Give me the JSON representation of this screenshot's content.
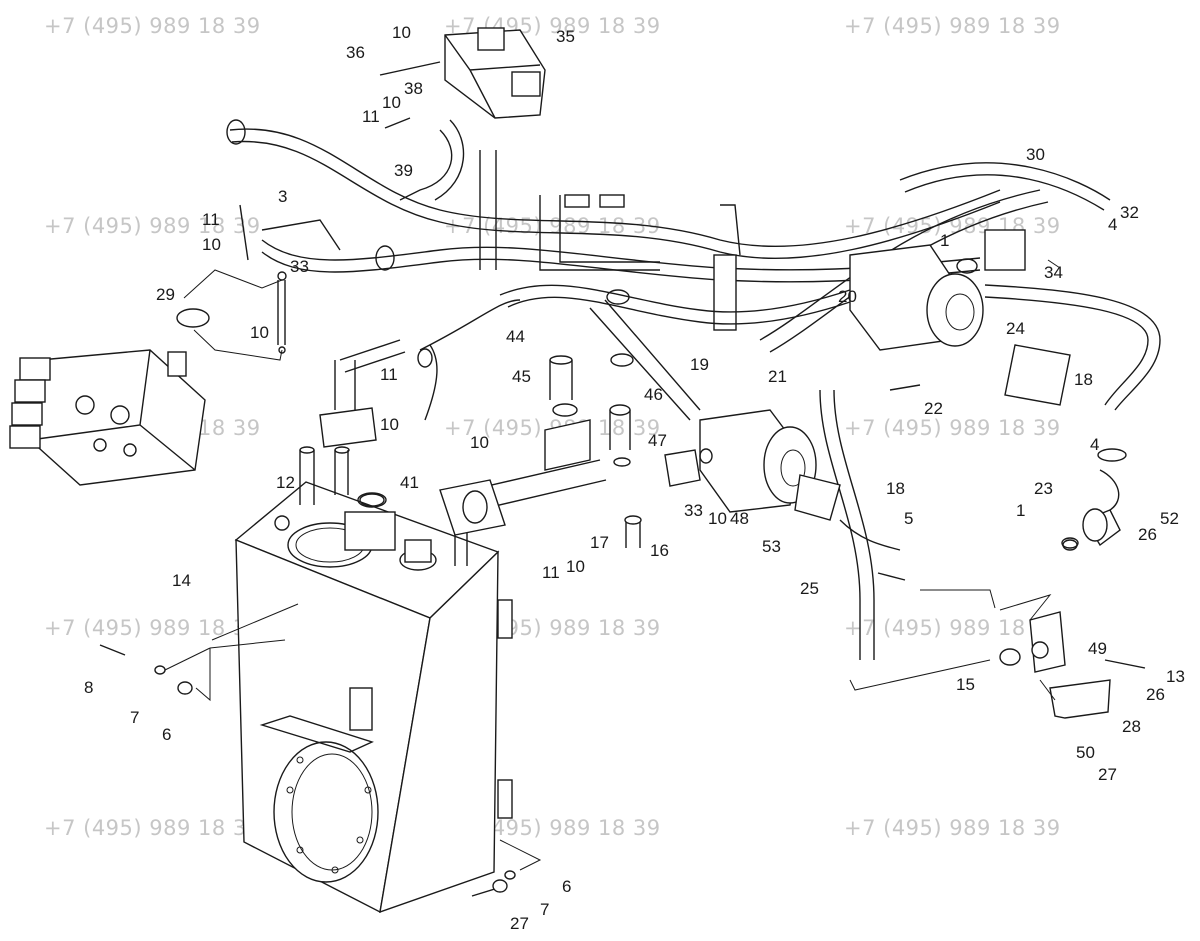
{
  "watermark_text": "+7 (495) 989 18 39",
  "callouts": [
    {
      "id": "c36",
      "label": "36"
    },
    {
      "id": "c10a",
      "label": "10"
    },
    {
      "id": "c35",
      "label": "35"
    },
    {
      "id": "c38",
      "label": "38"
    },
    {
      "id": "c10b",
      "label": "10"
    },
    {
      "id": "c11a",
      "label": "11"
    },
    {
      "id": "c39",
      "label": "39"
    },
    {
      "id": "c3",
      "label": "3"
    },
    {
      "id": "c11b",
      "label": "11"
    },
    {
      "id": "c10c",
      "label": "10"
    },
    {
      "id": "c33a",
      "label": "33"
    },
    {
      "id": "c29",
      "label": "29"
    },
    {
      "id": "c10d",
      "label": "10"
    },
    {
      "id": "c30",
      "label": "30"
    },
    {
      "id": "c32",
      "label": "32"
    },
    {
      "id": "c4a",
      "label": "4"
    },
    {
      "id": "c1a",
      "label": "1"
    },
    {
      "id": "c34",
      "label": "34"
    },
    {
      "id": "c20",
      "label": "20"
    },
    {
      "id": "c24",
      "label": "24"
    },
    {
      "id": "c18a",
      "label": "18"
    },
    {
      "id": "c21",
      "label": "21"
    },
    {
      "id": "c22",
      "label": "22"
    },
    {
      "id": "c44",
      "label": "44"
    },
    {
      "id": "c45",
      "label": "45"
    },
    {
      "id": "c46",
      "label": "46"
    },
    {
      "id": "c19",
      "label": "19"
    },
    {
      "id": "c11c",
      "label": "11"
    },
    {
      "id": "c10e",
      "label": "10"
    },
    {
      "id": "c47",
      "label": "47"
    },
    {
      "id": "c4b",
      "label": "4"
    },
    {
      "id": "c10f",
      "label": "10"
    },
    {
      "id": "c12",
      "label": "12"
    },
    {
      "id": "c41",
      "label": "41"
    },
    {
      "id": "c33b",
      "label": "33"
    },
    {
      "id": "c10g",
      "label": "10"
    },
    {
      "id": "c48",
      "label": "48"
    },
    {
      "id": "c18b",
      "label": "18"
    },
    {
      "id": "c5",
      "label": "5"
    },
    {
      "id": "c23",
      "label": "23"
    },
    {
      "id": "c1b",
      "label": "1"
    },
    {
      "id": "c52",
      "label": "52"
    },
    {
      "id": "c26a",
      "label": "26"
    },
    {
      "id": "c17",
      "label": "17"
    },
    {
      "id": "c16",
      "label": "16"
    },
    {
      "id": "c53",
      "label": "53"
    },
    {
      "id": "c11d",
      "label": "11"
    },
    {
      "id": "c10h",
      "label": "10"
    },
    {
      "id": "c14",
      "label": "14"
    },
    {
      "id": "c25",
      "label": "25"
    },
    {
      "id": "c49",
      "label": "49"
    },
    {
      "id": "c13",
      "label": "13"
    },
    {
      "id": "c15",
      "label": "15"
    },
    {
      "id": "c26b",
      "label": "26"
    },
    {
      "id": "c8",
      "label": "8"
    },
    {
      "id": "c7a",
      "label": "7"
    },
    {
      "id": "c6a",
      "label": "6"
    },
    {
      "id": "c28",
      "label": "28"
    },
    {
      "id": "c50",
      "label": "50"
    },
    {
      "id": "c27b",
      "label": "27"
    },
    {
      "id": "c6b",
      "label": "6"
    },
    {
      "id": "c7b",
      "label": "7"
    },
    {
      "id": "c27a",
      "label": "27"
    }
  ]
}
